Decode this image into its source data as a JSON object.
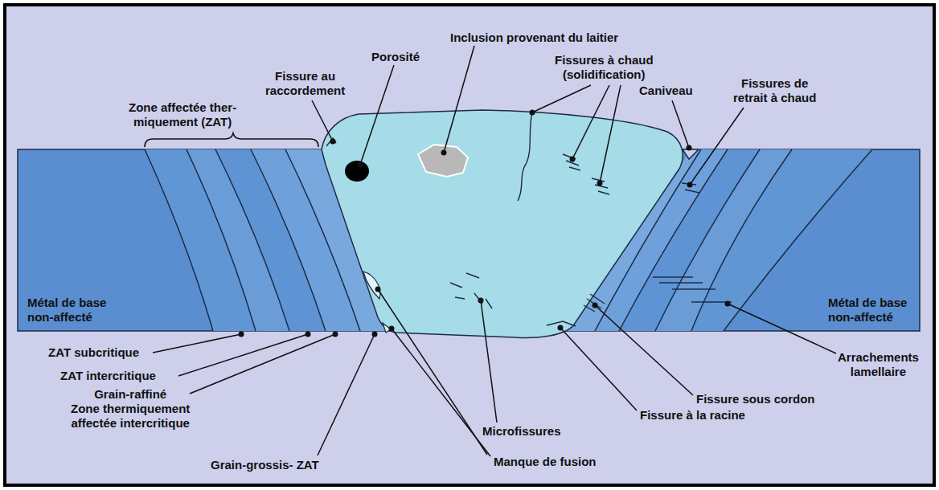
{
  "diagram": {
    "labels": [
      "Inclusion provenant du laitier",
      "Porosité",
      "Fissures à chaud (solidification)",
      "Fissure au raccordement",
      "Fissures de retrait à chaud",
      "Zone affectée ther- miquement (ZAT)",
      "Caniveau",
      "Métal de base non-affecté",
      "Métal de base non-affecté",
      "ZAT subcritique",
      "Arrachements lamellaire",
      "ZAT intercritique",
      "Grain-raffiné Zone thermiquement affectée intercritique",
      "Fissure sous cordon",
      "Fissure à la racine",
      "Microfissures",
      "Manque de fusion",
      "Grain-grossis- ZAT"
    ]
  }
}
